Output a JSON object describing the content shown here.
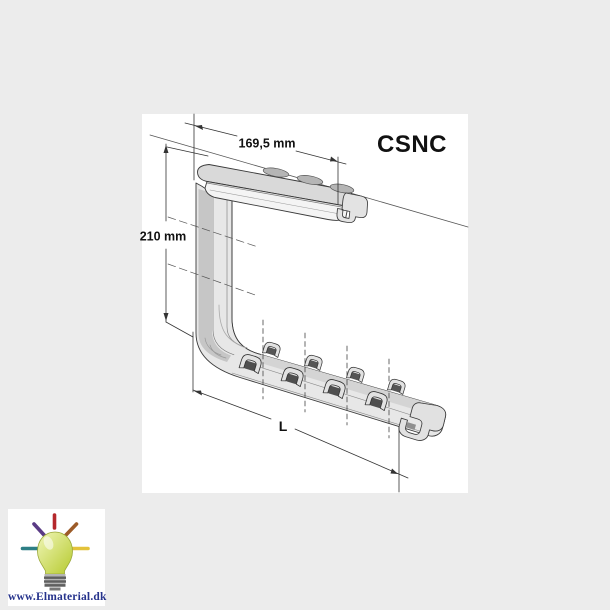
{
  "image": {
    "product_code": "CSNC",
    "dimensions": {
      "width_label": "169,5 mm",
      "height_label": "210 mm",
      "length_label": "L"
    }
  },
  "watermark": {
    "url_text": "www.Elmaterial.dk"
  },
  "colors": {
    "page_background": "#ececec",
    "drawing_background": "#ffffff",
    "bracket_fill": "#e7e7e7",
    "bracket_shade": "#c6c6c6",
    "outline": "#3a3a3a",
    "watermark_text": "#26338c",
    "bulb_light": "#f0f6b8",
    "bulb_dark": "#b6ca2f",
    "ray_top": "#b5282c",
    "ray_upper_left": "#5a3b85",
    "ray_upper_right": "#9c5b28",
    "ray_left": "#2d7f85",
    "ray_right": "#e3c23a"
  }
}
